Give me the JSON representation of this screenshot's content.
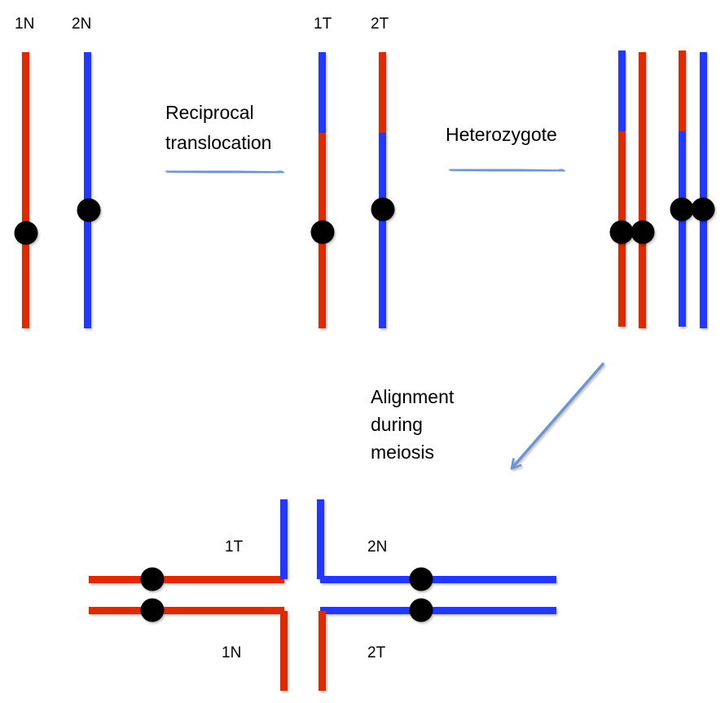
{
  "title": "Reciprocal translocation and meiotic alignment",
  "colors": {
    "chromosome_1": "#dd2c00",
    "chromosome_2": "#2338ff",
    "centromere": "#000000",
    "arrow": "#6e95d0"
  },
  "stages": {
    "normal": {
      "labels": [
        "1N",
        "2N"
      ]
    },
    "translocated": {
      "labels": [
        "1T",
        "2T"
      ]
    },
    "heterozygote": {
      "labels": []
    },
    "meiosis": {
      "labels": [
        "1T",
        "2N",
        "1N",
        "2T"
      ]
    }
  },
  "arrows": {
    "step1": {
      "label_lines": [
        "Reciprocal",
        "translocation"
      ]
    },
    "step2": {
      "label_lines": [
        "Heterozygote"
      ]
    },
    "step3": {
      "label_lines": [
        "Alignment",
        "during",
        "meiosis"
      ]
    }
  }
}
